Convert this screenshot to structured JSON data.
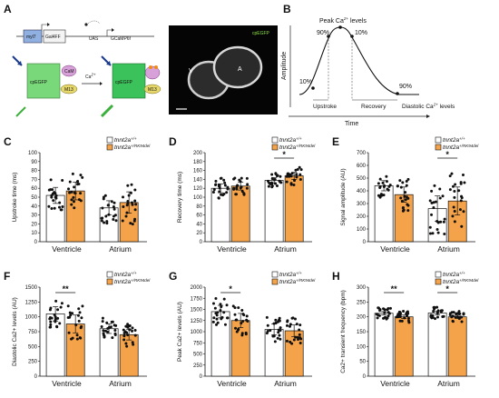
{
  "colors": {
    "control": "#ffffff",
    "mutant": "#f5a34a",
    "dot": "#111111",
    "fluor_text": "#8ce04a",
    "cpegfp_light": "#79d879",
    "cpegfp_dark": "#3cc25a",
    "cam": "#d8a0d8",
    "m13": "#e6d86a",
    "ca": "#f08a1a",
    "arrow_blue": "#1a3a8c",
    "arrow_green": "#3cb03c"
  },
  "panel_a": {
    "label": "A",
    "myl7": "myl7",
    "gal4": "Gal4FF",
    "uas": "UAS",
    "gcamp": "GCaMP6f",
    "cpegfp": "cpEGFP",
    "cam": "CaM",
    "m13": "M13",
    "ca": "Ca",
    "ca_sup": "2+",
    "image_label": "cpEGFP",
    "chamber_v": "V",
    "chamber_a": "A"
  },
  "panel_b": {
    "label": "B",
    "peak": "Peak Ca",
    "peak_sup": "2+",
    "peak_tail": " levels",
    "p90_left": "90%",
    "p10_right": "10%",
    "p10_left": "10%",
    "p90_right": "90%",
    "amplitude": "Amplitude",
    "upstroke": "Upstroke",
    "recovery": "Recovery",
    "diastolic": "Diastolic Ca",
    "diastolic_sup": "2+",
    "diastolic_tail": " levels",
    "time": "Time"
  },
  "legend": {
    "control": "tnnt2a",
    "control_sup": "+/+",
    "mutant": "tnnt2a",
    "mutant_sup": "+/RK94del"
  },
  "chart_data": [
    {
      "panel": "C",
      "type": "bar",
      "ylabel": "Upstroke time (ms)",
      "ylim": [
        0,
        100
      ],
      "yticks": [
        0,
        10,
        20,
        30,
        40,
        50,
        60,
        70,
        80,
        90,
        100
      ],
      "categories": [
        "Ventricle",
        "Atrium"
      ],
      "series": [
        {
          "name": "tnnt2a+/+",
          "values": [
            52,
            38
          ],
          "errors": [
            9,
            8
          ]
        },
        {
          "name": "tnnt2a+/RK94del",
          "values": [
            57,
            44
          ],
          "errors": [
            10,
            12
          ]
        }
      ],
      "significance": []
    },
    {
      "panel": "D",
      "type": "bar",
      "ylabel": "Recovery time (ms)",
      "ylim": [
        0,
        200
      ],
      "yticks": [
        0,
        20,
        40,
        60,
        80,
        100,
        120,
        140,
        160,
        180,
        200
      ],
      "categories": [
        "Ventricle",
        "Atrium"
      ],
      "series": [
        {
          "name": "tnnt2a+/+",
          "values": [
            120,
            138
          ],
          "errors": [
            10,
            6
          ]
        },
        {
          "name": "tnnt2a+/RK94del",
          "values": [
            125,
            148
          ],
          "errors": [
            9,
            8
          ]
        }
      ],
      "significance": [
        {
          "category": 1,
          "label": "*"
        }
      ]
    },
    {
      "panel": "E",
      "type": "bar",
      "ylabel": "Signal amplitude (AU)",
      "ylim": [
        0,
        700
      ],
      "yticks": [
        0,
        100,
        200,
        300,
        400,
        500,
        600,
        700
      ],
      "categories": [
        "Ventricle",
        "Atrium"
      ],
      "series": [
        {
          "name": "tnnt2a+/+",
          "values": [
            440,
            260
          ],
          "errors": [
            40,
            100
          ]
        },
        {
          "name": "tnnt2a+/RK94del",
          "values": [
            370,
            320
          ],
          "errors": [
            60,
            110
          ]
        }
      ],
      "significance": [
        {
          "category": 1,
          "label": "*"
        }
      ]
    },
    {
      "panel": "F",
      "type": "bar",
      "ylabel": "Diastolic Ca2+ levels (AU)",
      "ylim": [
        0,
        1500
      ],
      "yticks": [
        0,
        250,
        500,
        750,
        1000,
        1250,
        1500
      ],
      "categories": [
        "Ventricle",
        "Atrium"
      ],
      "series": [
        {
          "name": "tnnt2a+/+",
          "values": [
            1050,
            800
          ],
          "errors": [
            120,
            80
          ]
        },
        {
          "name": "tnnt2a+/RK94del",
          "values": [
            880,
            700
          ],
          "errors": [
            150,
            90
          ]
        }
      ],
      "significance": [
        {
          "category": 0,
          "label": "**"
        }
      ]
    },
    {
      "panel": "G",
      "type": "bar",
      "ylabel": "Peak Ca2+ levels (AU)",
      "ylim": [
        0,
        2000
      ],
      "yticks": [
        0,
        250,
        500,
        750,
        1000,
        1250,
        1500,
        1750,
        2000
      ],
      "categories": [
        "Ventricle",
        "Atrium"
      ],
      "series": [
        {
          "name": "tnnt2a+/+",
          "values": [
            1450,
            1050
          ],
          "errors": [
            140,
            120
          ]
        },
        {
          "name": "tnnt2a+/RK94del",
          "values": [
            1250,
            1020
          ],
          "errors": [
            160,
            130
          ]
        }
      ],
      "significance": [
        {
          "category": 0,
          "label": "*"
        }
      ]
    },
    {
      "panel": "H",
      "type": "bar",
      "ylabel": "Ca2+ transient frequency (bpm)",
      "ylim": [
        0,
        300
      ],
      "yticks": [
        0,
        50,
        100,
        150,
        200,
        250,
        300
      ],
      "categories": [
        "Ventricle",
        "Atrium"
      ],
      "series": [
        {
          "name": "tnnt2a+/+",
          "values": [
            212,
            213
          ],
          "errors": [
            6,
            6
          ]
        },
        {
          "name": "tnnt2a+/RK94del",
          "values": [
            200,
            200
          ],
          "errors": [
            6,
            6
          ]
        }
      ],
      "significance": [
        {
          "category": 0,
          "label": "**"
        },
        {
          "category": 1,
          "label": "*"
        }
      ]
    }
  ]
}
